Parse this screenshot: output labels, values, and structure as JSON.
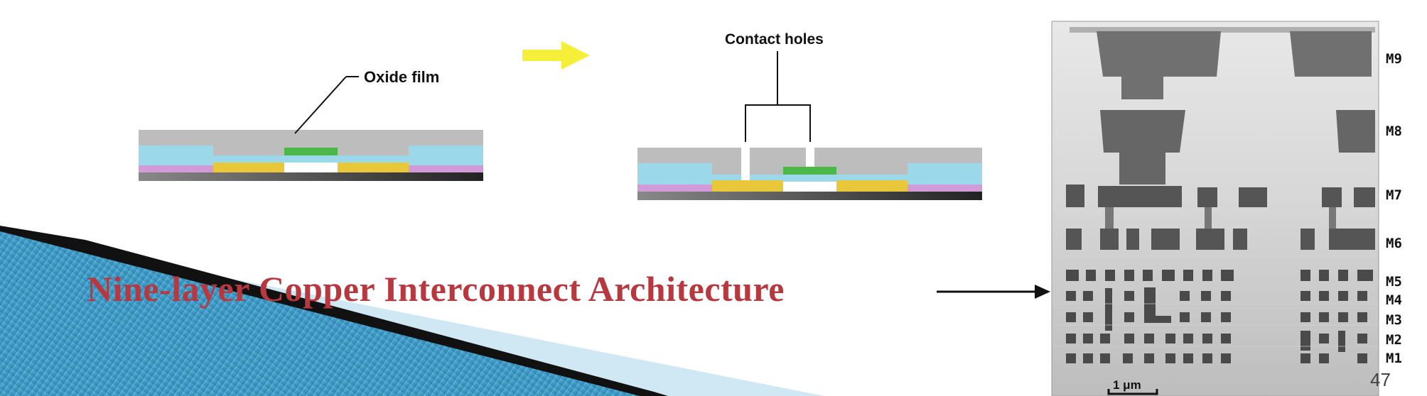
{
  "diagram1": {
    "label": "Oxide film"
  },
  "diagram2": {
    "label": "Contact holes"
  },
  "slide": {
    "title": "Nine-layer Copper Interconnect Architecture",
    "page_number": "47"
  },
  "micrograph": {
    "layers": [
      "M9",
      "M8",
      "M7",
      "M6",
      "M5",
      "M4",
      "M3",
      "M2",
      "M1"
    ],
    "scale_bar": "1 μm"
  },
  "colors": {
    "title": "#b8383f",
    "arrow_yellow": "#f5ef3a",
    "oxide_gray": "#bdbdbd",
    "light_blue": "#9ad8ea",
    "pink": "#d39ad9",
    "yellow_layer": "#e8c83a",
    "green_film": "#4cb848",
    "wedge_blue": "#2f8fb8"
  }
}
